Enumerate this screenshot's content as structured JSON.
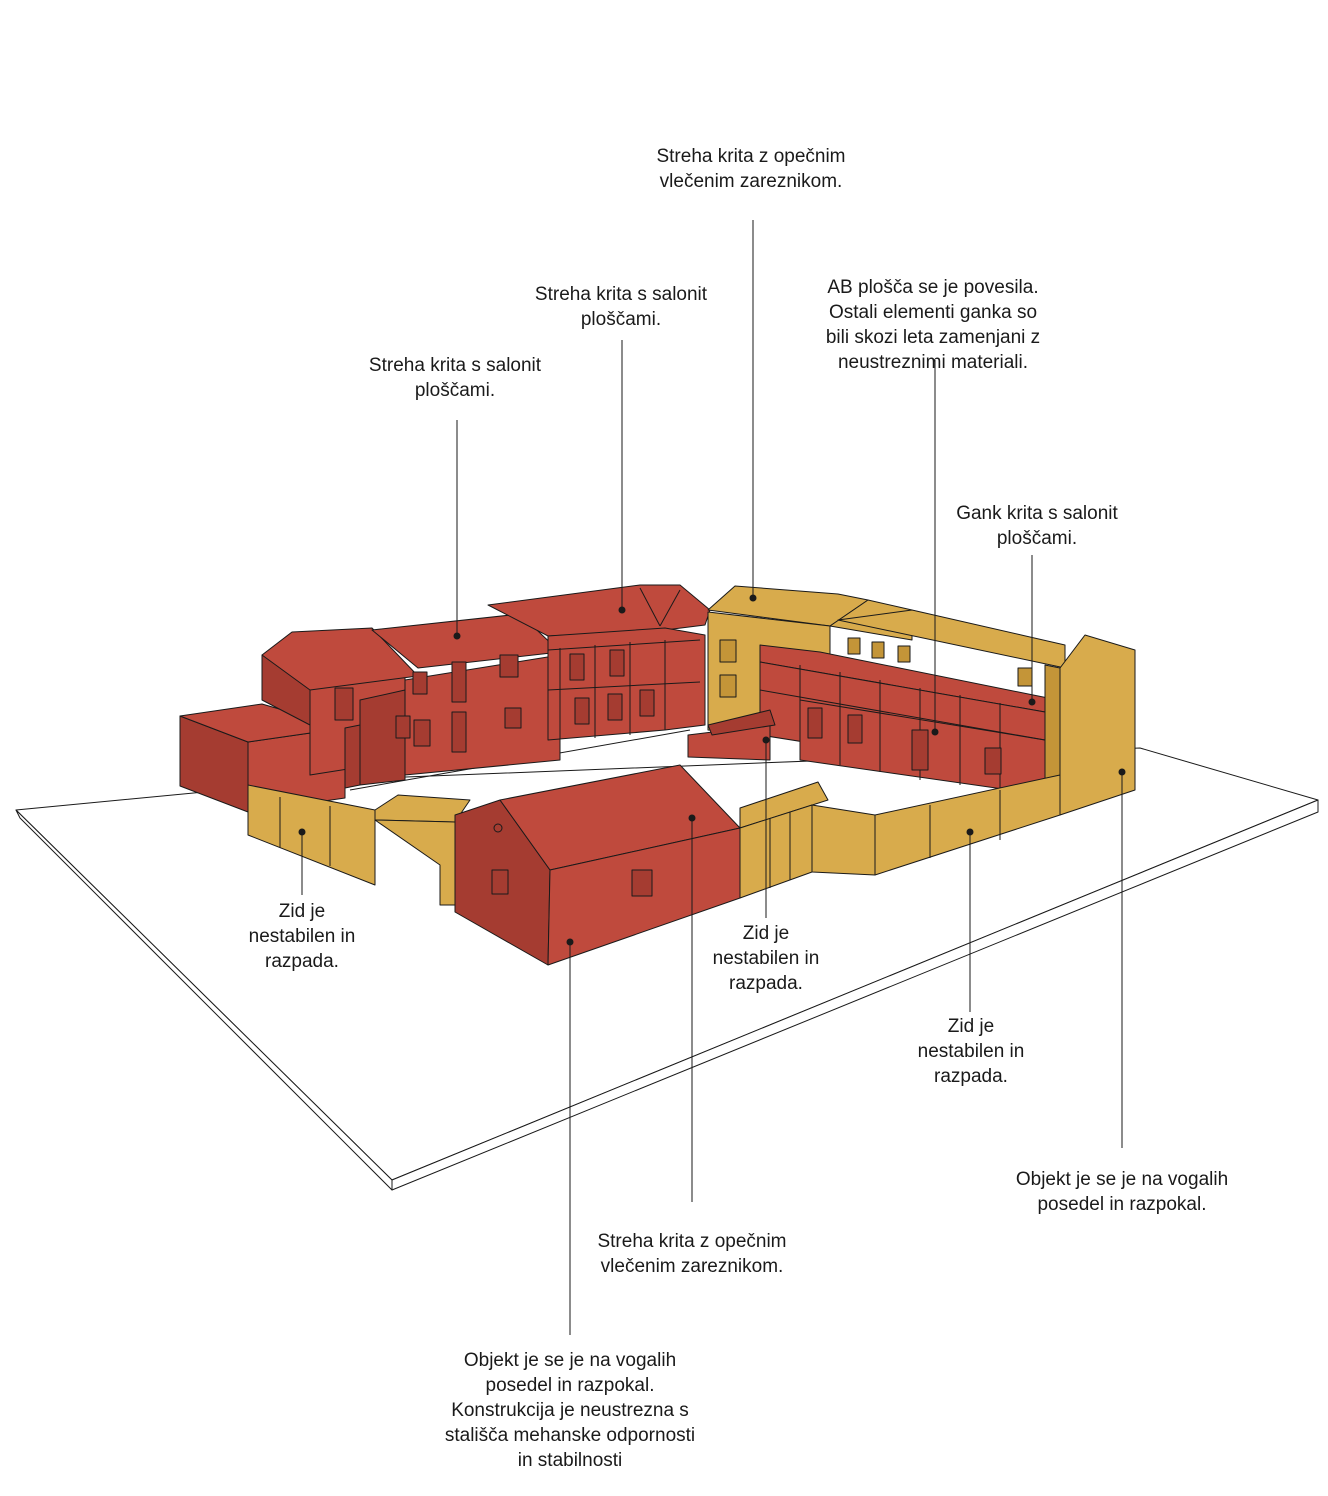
{
  "colors": {
    "red": "#bf4a3d",
    "red_dark": "#a53c31",
    "ochre": "#d8ab4c",
    "ochre_dark": "#c49538",
    "line": "#1a1a1a",
    "ground": "#ffffff"
  },
  "annotations": [
    {
      "id": "roof-tile-top",
      "lines": [
        "Streha krita z opečnim",
        "vlečenim zareznikom."
      ]
    },
    {
      "id": "roof-salonit-middle",
      "lines": [
        "Streha krita s salonit",
        "ploščami."
      ]
    },
    {
      "id": "roof-salonit-left",
      "lines": [
        "Streha krita s salonit",
        "ploščami."
      ]
    },
    {
      "id": "ab-slab",
      "lines": [
        "AB plošča se je povesila.",
        "Ostali elementi ganka so",
        "bili skozi leta zamenjani z",
        "neustreznimi materiali."
      ]
    },
    {
      "id": "gank-salonit",
      "lines": [
        "Gank krita s salonit",
        "ploščami."
      ]
    },
    {
      "id": "wall-left",
      "lines": [
        "Zid je",
        "nestabilen in",
        "razpada."
      ]
    },
    {
      "id": "wall-middle",
      "lines": [
        "Zid je",
        "nestabilen in",
        "razpada."
      ]
    },
    {
      "id": "wall-right",
      "lines": [
        "Zid je",
        "nestabilen in",
        "razpada."
      ]
    },
    {
      "id": "object-right",
      "lines": [
        "Objekt je se je na vogalih",
        "posedel in razpokal."
      ]
    },
    {
      "id": "roof-tile-bottom",
      "lines": [
        "Streha krita z opečnim",
        "vlečenim zareznikom."
      ]
    },
    {
      "id": "object-bottom",
      "lines": [
        "Objekt je se je na vogalih",
        "posedel in razpokal.",
        "Konstrukcija je neustrezna s",
        "stališča mehanske odpornosti",
        "in stabilnosti"
      ]
    }
  ]
}
